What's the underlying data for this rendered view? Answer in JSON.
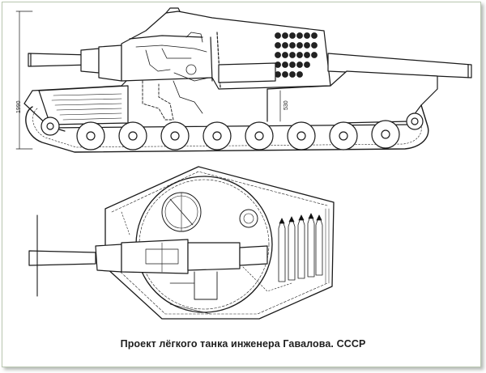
{
  "caption": "Проект лёгкого танка инженера Гавалова. СССР",
  "dimensions": {
    "height_label": "1990",
    "hull_label": "530"
  }
}
